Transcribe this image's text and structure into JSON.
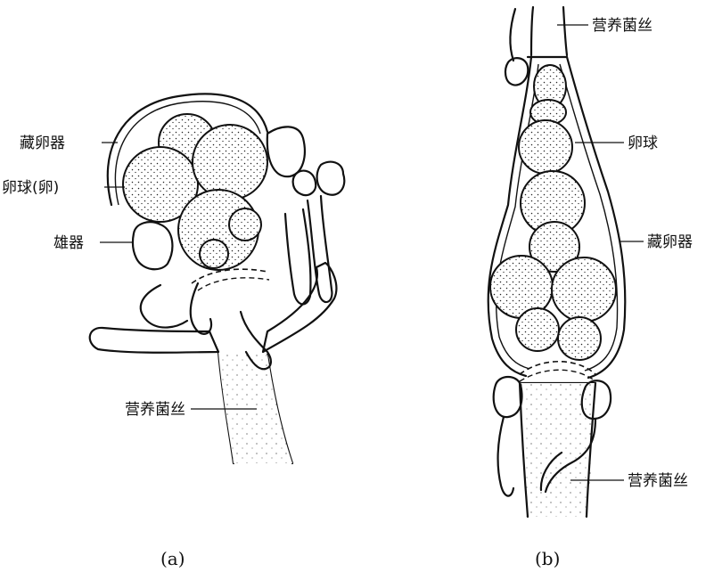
{
  "panel_a": {
    "labels": {
      "oogonium": "藏卵器",
      "oosphere": "卵球(卵)",
      "antheridium": "雄器",
      "hypha": "营养菌丝"
    },
    "caption": "(a)"
  },
  "panel_b": {
    "labels": {
      "hypha_top": "营养菌丝",
      "oosphere": "卵球",
      "oogonium": "藏卵器",
      "hypha_bottom": "营养菌丝"
    },
    "caption": "(b)"
  },
  "colors": {
    "ink": "#111111",
    "background": "#ffffff"
  }
}
